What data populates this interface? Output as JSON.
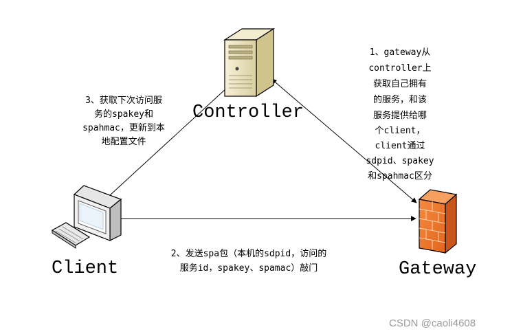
{
  "nodes": {
    "controller": {
      "label": "Controller",
      "icon": "server-tower-icon"
    },
    "client": {
      "label": "Client",
      "icon": "desktop-computer-icon"
    },
    "gateway": {
      "label": "Gateway",
      "icon": "firewall-brick-wall-icon"
    }
  },
  "notes": {
    "step1": [
      "1、gateway从",
      "controller上",
      "获取自己拥有",
      "的服务，和该",
      "服务提供给哪",
      "个client，",
      "client通过",
      "sdpid、spakey",
      "和spahmac区分"
    ],
    "step2": [
      "2、发送spa包（本机的sdpid，访问的",
      "服务id，spakey、spamac）敲门"
    ],
    "step3": [
      "3、获取下次访问服",
      "务的spakey和",
      "spahmac，更新到本",
      "地配置文件"
    ]
  },
  "watermark": "CSDN @caoli4608",
  "colors": {
    "line": "#000000",
    "firewall": "#f07a30",
    "server": "#e9e0b8",
    "monitor_frame": "#f2f2f2"
  }
}
